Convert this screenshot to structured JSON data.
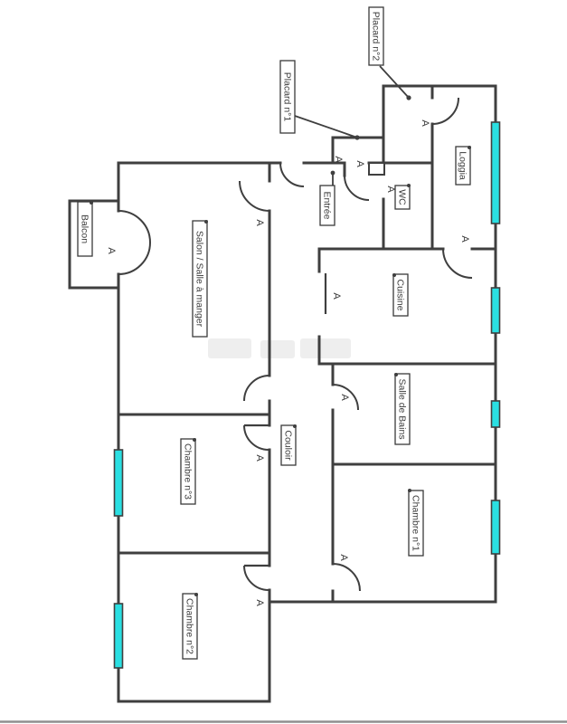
{
  "image_type": "apartment floor plan drawing",
  "marker_letter": "A",
  "labels": {
    "salon": "Salon / Salle à manger",
    "balcon": "Balcon",
    "entree": "Entrée",
    "wc": "WC",
    "loggia": "Loggia",
    "placard1": "Placard n°1",
    "placard2": "Placard n°2",
    "cuisine": "Cuisine",
    "salle_de_bains": "Salle de Bains",
    "couloir": "Couloir",
    "chambre1": "Chambre n°1",
    "chambre2": "Chambre n°2",
    "chambre3": "Chambre n°3"
  },
  "windows_count": 6,
  "door_markers_count": 12,
  "colors": {
    "wall": "#3f3f3f",
    "window_glass": "#2adfe2",
    "label_text": "#3a3a3a",
    "label_border": "#3a3a3a",
    "watermark": "#b9b9b9",
    "bottom_border": "#8f8f8f"
  }
}
